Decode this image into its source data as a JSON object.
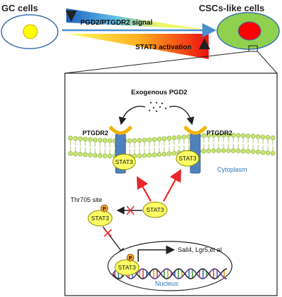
{
  "labels": {
    "gc_cells": "GC cells",
    "cscs_cells": "CSCs-like cells",
    "signal": "PGD2/PTGDR2 signal",
    "activation": "STAT3 activation",
    "exogenous": "Exogenous PGD2",
    "receptor_left": "PTGDR2",
    "receptor_right": "PTGDR2",
    "cytoplasm": "Cytoplasm",
    "nucleus": "Nucleus",
    "site": "Thr705 site",
    "stat3": "STAT3",
    "phospho": "P",
    "targets": "Sall4, Lgr5,et al"
  },
  "colors": {
    "cell_green": "#8fd14f",
    "nucleus_red": "#ff0000",
    "gc_nucleus_yellow": "#ffff00",
    "stat3_yellow": "#ffff66",
    "receptor_blue": "#4f81bd",
    "arrow_blue": "#4a8fd0",
    "arrow_red": "#e8262a",
    "cytoplasm_text": "#2e75b6",
    "nucleus_text": "#2e75b6",
    "membrane_green": "#c8e66e",
    "phospho_orange": "#f0a030"
  }
}
